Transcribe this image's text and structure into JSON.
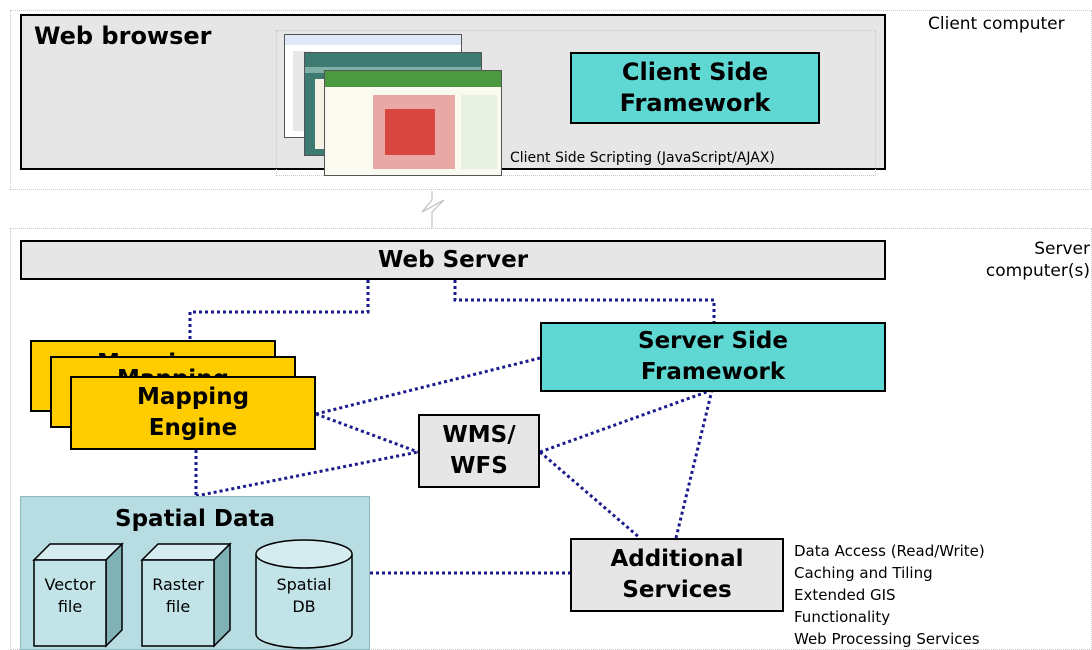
{
  "client_zone": {
    "label": "Client computer"
  },
  "server_zone": {
    "label_line1": "Server",
    "label_line2": "computer(s)"
  },
  "web_browser": {
    "label": "Web browser"
  },
  "client_framework": {
    "line1": "Client Side",
    "line2": "Framework"
  },
  "client_scripting": {
    "label": "Client Side Scripting (JavaScript/AJAX)"
  },
  "web_server": {
    "label": "Web Server"
  },
  "mapping_engine": {
    "back1": "Mapping",
    "back2": "Mapping",
    "line1": "Mapping",
    "line2": "Engine"
  },
  "server_framework": {
    "line1": "Server Side",
    "line2": "Framework"
  },
  "wms_wfs": {
    "line1": "WMS/",
    "line2": "WFS"
  },
  "spatial_data": {
    "title": "Spatial Data",
    "vector": {
      "line1": "Vector",
      "line2": "file"
    },
    "raster": {
      "line1": "Raster",
      "line2": "file"
    },
    "db": {
      "line1": "Spatial",
      "line2": "DB"
    }
  },
  "additional_services": {
    "line1": "Additional",
    "line2": "Services"
  },
  "services_list": [
    "Data Access (Read/Write)",
    "Caching and Tiling",
    "Extended GIS",
    "Functionality",
    "Web Processing Services"
  ],
  "colors": {
    "cyan": "#5fd7d2",
    "yellow": "#ffcc00",
    "spatial_bg": "#b7dde3",
    "gray": "#e6e6e6",
    "link": "#1a1a8c"
  }
}
